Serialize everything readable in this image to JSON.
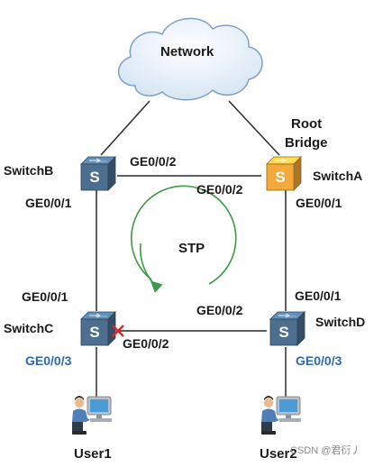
{
  "diagram": {
    "cloud_label": "Network",
    "root_bridge_label_line1": "Root",
    "root_bridge_label_line2": "Bridge",
    "stp_label": "STP",
    "switches": {
      "a": {
        "name": "SwitchA",
        "glyph": "S",
        "color": "#f3a93c"
      },
      "b": {
        "name": "SwitchB",
        "glyph": "S",
        "color": "#4c6f8f"
      },
      "c": {
        "name": "SwitchC",
        "glyph": "S",
        "color": "#4c6f8f"
      },
      "d": {
        "name": "SwitchD",
        "glyph": "S",
        "color": "#4c6f8f"
      }
    },
    "ports": {
      "b_to_a": "GE0/0/2",
      "a_to_b": "GE0/0/2",
      "b_down": "GE0/0/1",
      "a_down": "GE0/0/1",
      "c_up": "GE0/0/1",
      "d_up": "GE0/0/1",
      "d_to_c": "GE0/0/2",
      "c_to_d": "GE0/0/2",
      "c_user": "GE0/0/3",
      "d_user": "GE0/0/3"
    },
    "users": {
      "user1": "User1",
      "user2": "User2"
    },
    "blocked_port_icon": "x-mark-icon",
    "colors": {
      "link": "#2a2a2a",
      "loop_arrow": "#3a9a45",
      "blocked": "#e0262a",
      "user_port_label": "#2b68b5"
    }
  },
  "watermark": "CSDN @君衍丿"
}
